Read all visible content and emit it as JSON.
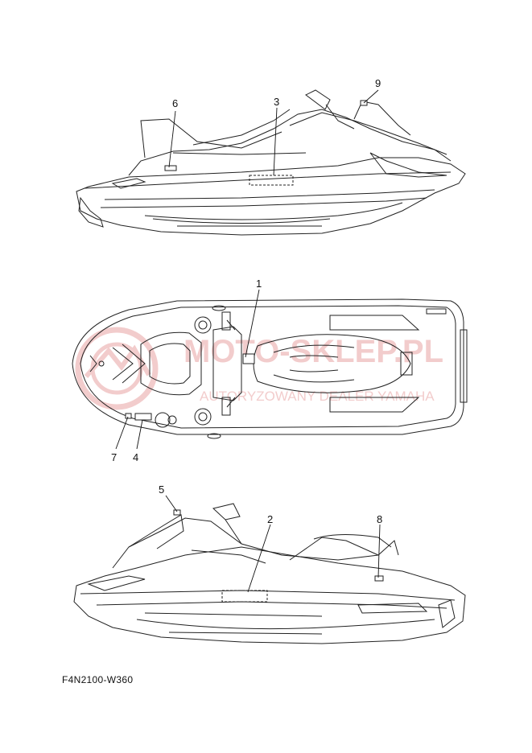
{
  "diagram_code": "F4N2100-W360",
  "watermark": {
    "brand": "MOTO-SKLEP.PL",
    "tagline": "AUTORYZOWANY DEALER YAMAHA",
    "color": "#e9a3a3"
  },
  "callouts": [
    {
      "id": "1",
      "label": "1"
    },
    {
      "id": "2",
      "label": "2"
    },
    {
      "id": "3",
      "label": "3"
    },
    {
      "id": "4",
      "label": "4"
    },
    {
      "id": "5",
      "label": "5"
    },
    {
      "id": "6",
      "label": "6"
    },
    {
      "id": "7",
      "label": "7"
    },
    {
      "id": "8",
      "label": "8"
    },
    {
      "id": "9",
      "label": "9"
    }
  ],
  "line_color": "#222222"
}
